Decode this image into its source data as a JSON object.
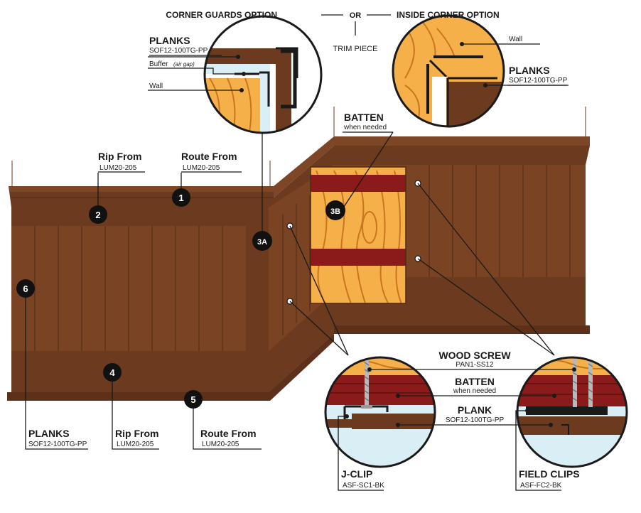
{
  "header": {
    "corner_guards": "CORNER GUARDS OPTION",
    "or": "OR",
    "inside_corner": "INSIDE CORNER OPTION",
    "trim_piece": "TRIM PIECE"
  },
  "callouts": {
    "planks_top": {
      "title": "PLANKS",
      "code": "SOF12-100TG-PP"
    },
    "buffer": {
      "label": "Buffer",
      "note": "(air gap)"
    },
    "wall_left": {
      "label": "Wall"
    },
    "wall_right": {
      "label": "Wall"
    },
    "planks_right": {
      "title": "PLANKS",
      "code": "SOF12-100TG-PP"
    },
    "batten_top": {
      "title": "BATTEN",
      "note": "when needed"
    },
    "rip_from_top": {
      "title": "Rip From",
      "code": "LUM20-205"
    },
    "route_from_top": {
      "title": "Route From",
      "code": "LUM20-205"
    },
    "planks_bottom": {
      "title": "PLANKS",
      "code": "SOF12-100TG-PP"
    },
    "rip_from_bottom": {
      "title": "Rip From",
      "code": "LUM20-205"
    },
    "route_from_bottom": {
      "title": "Route From",
      "code": "LUM20-205"
    },
    "wood_screw": {
      "title": "WOOD SCREW",
      "code": "PAN1-SS12"
    },
    "batten_detail": {
      "title": "BATTEN",
      "note": "when needed"
    },
    "plank_detail": {
      "title": "PLANK",
      "code": "SOF12-100TG-PP"
    },
    "j_clip": {
      "title": "J-CLIP",
      "code": "ASF-SC1-BK"
    },
    "field_clips": {
      "title": "FIELD CLIPS",
      "code": "ASF-FC2-BK"
    }
  },
  "badges": {
    "b1": "1",
    "b2": "2",
    "b3a": "3A",
    "b3b": "3B",
    "b4": "4",
    "b5": "5",
    "b6": "6"
  },
  "colors": {
    "wood_dark": "#6b3a1f",
    "wood_mid": "#7a4424",
    "wood_light": "#8a4e2a",
    "grain_light": "#f6b04a",
    "grain_line": "#c9761e",
    "batten_red": "#8b1a1a",
    "wall_blue": "#d9eef5",
    "ink": "#1a1a1a"
  }
}
